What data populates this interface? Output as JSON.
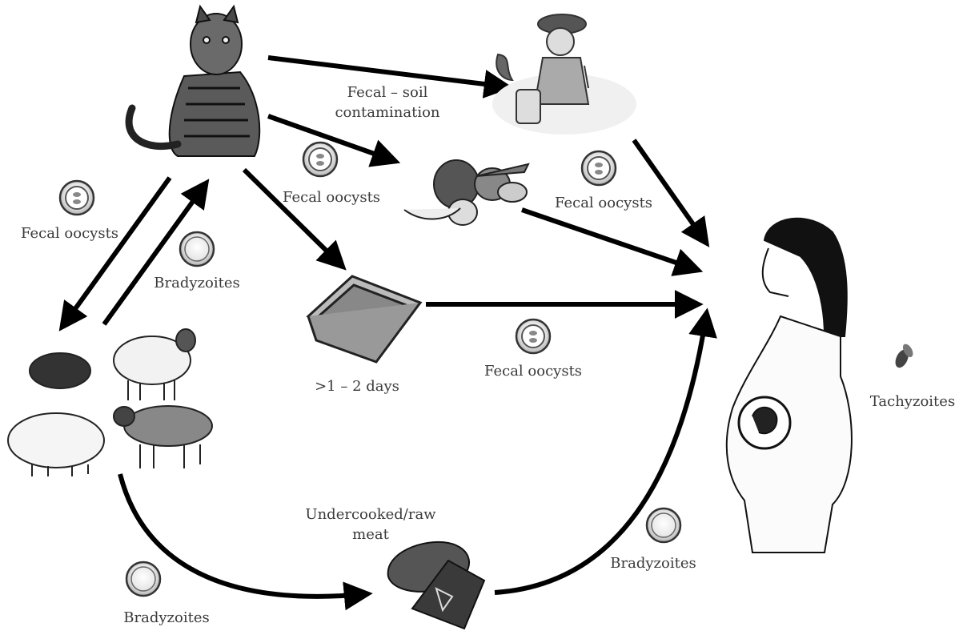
{
  "diagram": {
    "nodes": {
      "cat": {
        "icon": "cat-illustration"
      },
      "gardener": {
        "icon": "gardener-illustration"
      },
      "vegetables": {
        "icon": "vegetables-illustration"
      },
      "litter_box": {
        "icon": "litter-box-illustration"
      },
      "livestock": {
        "icon": "livestock-illustration"
      },
      "meat": {
        "icon": "raw-meat-illustration"
      },
      "pregnant_woman": {
        "icon": "pregnant-woman-illustration"
      }
    },
    "labels": {
      "fecal_soil_line1": "Fecal – soil",
      "fecal_soil_line2": "contamination",
      "fecal_oocysts_left": "Fecal oocysts",
      "fecal_oocysts_center": "Fecal oocysts",
      "fecal_oocysts_right": "Fecal oocysts",
      "fecal_oocysts_bottom": "Fecal oocysts",
      "bradyzoites_upper": "Bradyzoites",
      "bradyzoites_lower": "Bradyzoites",
      "bradyzoites_right": "Bradyzoites",
      "litter_days": ">1 – 2 days",
      "meat_line1": "Undercooked/raw",
      "meat_line2": "meat",
      "tachyzoites": "Tachyzoites"
    },
    "colors": {
      "arrow": "#000000",
      "text": "#3a3a3a",
      "illustration": "#2b2b2b"
    }
  }
}
